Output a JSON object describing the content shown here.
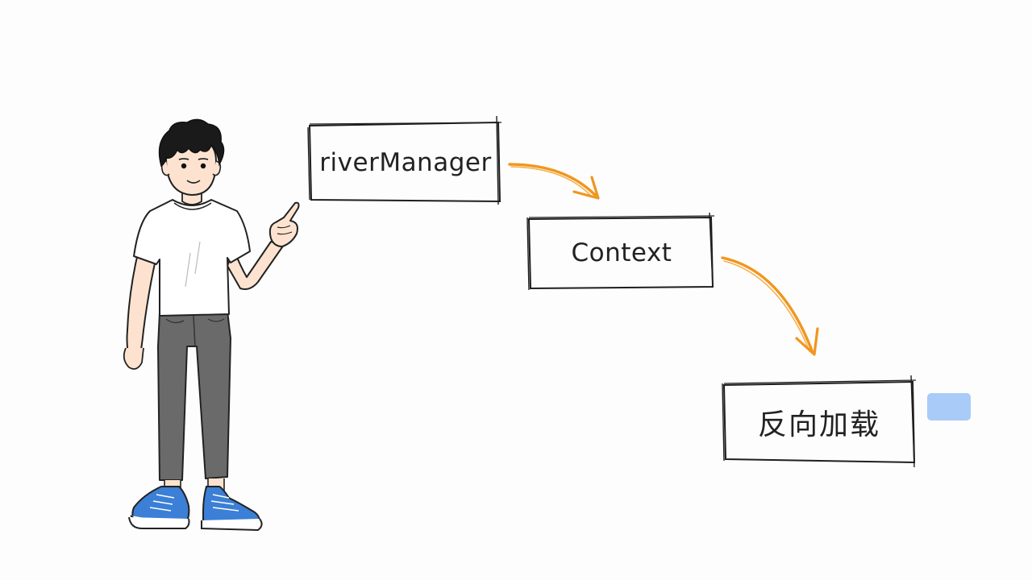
{
  "diagram": {
    "nodes": [
      {
        "id": "driver-manager",
        "label": "riverManager"
      },
      {
        "id": "context",
        "label": "Context"
      },
      {
        "id": "reverse-loading",
        "label": "反向加载"
      }
    ],
    "edges": [
      {
        "from": "driver-manager",
        "to": "context"
      },
      {
        "from": "context",
        "to": "reverse-loading"
      }
    ]
  },
  "colors": {
    "arrow": "#f0961e",
    "box_stroke": "#1e1e1e",
    "highlight_tag": "#a9cbf7",
    "shirt": "#ffffff",
    "pants": "#6a6a6a",
    "shoes": "#3b7fd6",
    "skin": "#fde3cf",
    "hair": "#1a1a1a"
  },
  "icons": {
    "character": "person-pointing-illustration",
    "tag": "blue-sticky-tag"
  }
}
